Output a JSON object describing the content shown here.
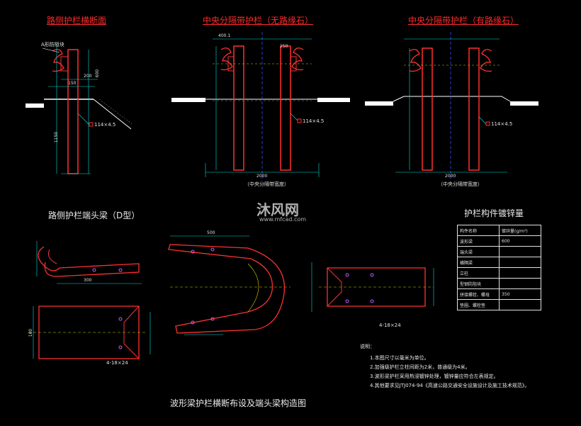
{
  "titles": {
    "roadside_section": "路侧护栏横断面",
    "median_no_curb": "中央分隔带护栏（无路缘石）",
    "median_with_curb": "中央分隔带护栏（有路缘石）",
    "roadside_end_beam": "路侧护栏端头梁（D型）",
    "galvanize_table_title": "护栏构件镀锌量",
    "drawing_title": "波形梁护栏横断布设及端头梁构造图"
  },
  "labels": {
    "anti_block": "A形防阻块",
    "pipe_left": "114×4.5",
    "pipe_mid": "114×4.5",
    "pipe_right": "114×4.5",
    "median_width_mid": "（中央分隔带宽度）",
    "median_width_right": "（中央分隔带宽度）",
    "bolt_note_1": "4-18×24",
    "bolt_note_2": "4-18×24"
  },
  "dimensions": {
    "d_200": "200",
    "d_150": "150",
    "d_600": "600",
    "d_1150": "1150",
    "d_2000": "2000",
    "d_400": "400.1",
    "d_250": "250",
    "d_500": "500",
    "d_300": "300",
    "d_180": "180"
  },
  "galvanize_table": {
    "header": [
      "构件名称",
      "镀锌量(g/m²)"
    ],
    "rows": [
      [
        "波形梁",
        "600"
      ],
      [
        "端头梁",
        ""
      ],
      [
        "横隔梁",
        ""
      ],
      [
        "立柱",
        ""
      ],
      [
        "型钢防阻块",
        ""
      ],
      [
        "拼接螺栓、螺母",
        "350"
      ],
      [
        "垫圈、螺栓垫",
        ""
      ]
    ]
  },
  "notes": {
    "heading": "说明：",
    "items": [
      "1.本图尺寸以毫米为单位。",
      "2.加强级护栏立柱间距为2米，普通级为4米。",
      "3.波形梁护栏采用热浸镀锌处理，镀锌量应符合左表规定。",
      "4.其他要求见JTJ074-94《高速公路交通安全设施设计及施工技术规范》。"
    ]
  },
  "watermark": {
    "brand": "沐风网",
    "url": "www.mfcad.com"
  }
}
